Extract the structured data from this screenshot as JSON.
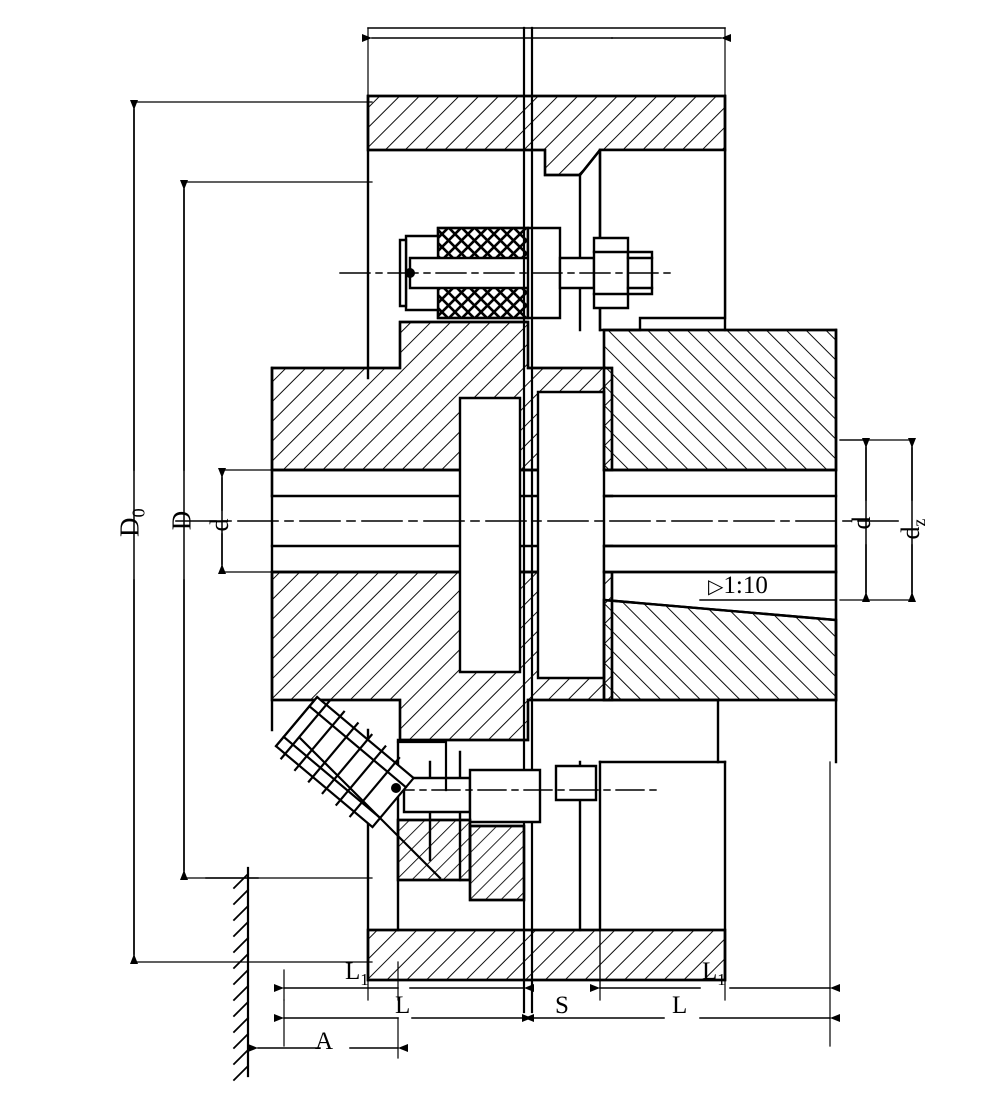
{
  "drawing": {
    "type": "mechanical-cross-section",
    "subject": "Elastic sleeve pin flexible shaft coupling",
    "view": "half-sectional assembly elevation",
    "background_color": "#ffffff",
    "line_color": "#000000",
    "hatch_style": "45-degree section lining",
    "elastomer_hatch_style": "cross-hatch diamond"
  },
  "dimensions": {
    "outer_diameter": {
      "label": "D",
      "subscript": "0",
      "full": "D0",
      "position": "left",
      "orientation": "vertical"
    },
    "flange_diameter": {
      "label": "D",
      "subscript": "",
      "full": "D",
      "position": "left",
      "orientation": "vertical"
    },
    "bore_left": {
      "label": "d",
      "subscript": "",
      "full": "d",
      "position": "left",
      "orientation": "vertical"
    },
    "bore_right": {
      "label": "d",
      "subscript": "",
      "full": "d",
      "position": "right",
      "orientation": "vertical"
    },
    "pitch_circle": {
      "label": "d",
      "subscript": "z",
      "full": "dz",
      "position": "right",
      "orientation": "vertical"
    },
    "hub_length_left": {
      "label": "L",
      "subscript": "1",
      "full": "L1",
      "position": "bottom-left"
    },
    "hub_length_right": {
      "label": "L",
      "subscript": "1",
      "full": "L1",
      "position": "bottom-right"
    },
    "length_left": {
      "label": "L",
      "subscript": "",
      "full": "L",
      "position": "bottom-left"
    },
    "length_right": {
      "label": "L",
      "subscript": "",
      "full": "L",
      "position": "bottom-right"
    },
    "gap": {
      "label": "S",
      "subscript": "",
      "full": "S",
      "position": "bottom-center"
    },
    "assembly_clearance": {
      "label": "A",
      "subscript": "",
      "full": "A",
      "position": "bottom-outer-left"
    }
  },
  "annotations": {
    "taper": {
      "symbol": "▷",
      "text": "1:10",
      "meaning": "conical taper ratio one in ten"
    }
  }
}
